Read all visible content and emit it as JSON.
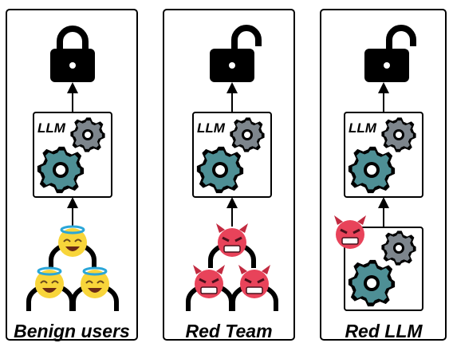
{
  "panels": [
    {
      "caption": "Benign users",
      "lock_state": "locked",
      "llm_label": "LLM",
      "source": "benign-users"
    },
    {
      "caption": "Red Team",
      "lock_state": "unlocked",
      "llm_label": "LLM",
      "source": "red-team"
    },
    {
      "caption": "Red LLM",
      "lock_state": "unlocked",
      "llm_label": "LLM",
      "source": "red-llm"
    }
  ],
  "colors": {
    "gear_teal": "#4e8f95",
    "gear_gray": "#7d858c",
    "outline": "#000000",
    "angel_face": "#f8d53a",
    "halo": "#2aa6d8",
    "devil_face": "#e8435a"
  },
  "icons": [
    "lock-closed-icon",
    "lock-open-icon",
    "gear-icon",
    "angel-emoji-icon",
    "devil-emoji-icon",
    "person-icon",
    "arrow-up-icon"
  ]
}
